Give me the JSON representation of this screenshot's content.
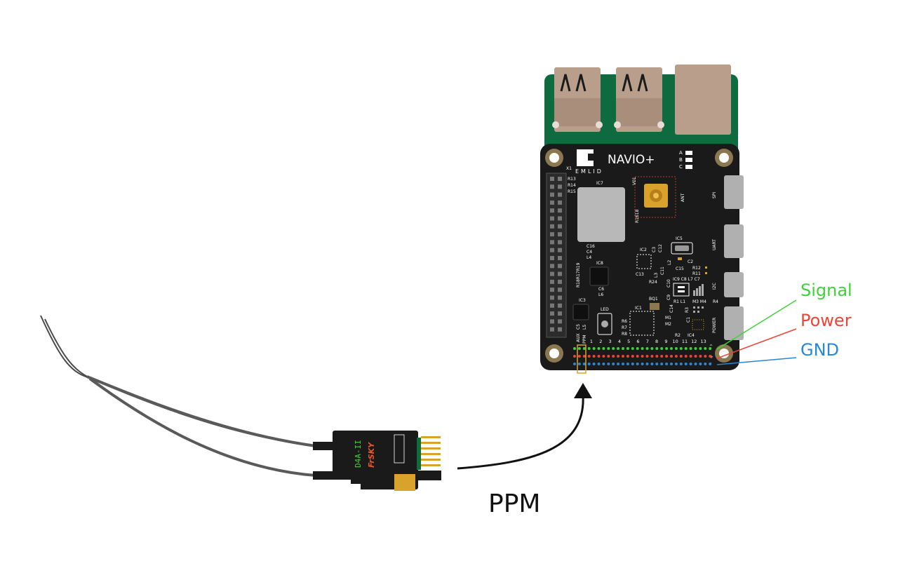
{
  "board": {
    "name": "NAVIO+",
    "logo": "EMLID",
    "abc": [
      "A",
      "B",
      "C"
    ],
    "x1": "X1",
    "r_left": [
      "R13",
      "R14",
      "R15"
    ],
    "ic7": "IC7",
    "v01": "V01",
    "ant": "ANT",
    "r1618": "R1618",
    "c16": [
      "C16",
      "C4",
      "L4"
    ],
    "r19": "R18R17R19",
    "ic8": "IC8",
    "c6": [
      "C6",
      "L6"
    ],
    "ic3": "IC3",
    "led": "LED",
    "bq1": "BQ1",
    "ic1": "IC1",
    "r6": [
      "R6",
      "R7",
      "R8"
    ],
    "ic2": "IC2",
    "c3": [
      "C3",
      "C12"
    ],
    "c13": "C13",
    "l3": [
      "L3",
      "C11"
    ],
    "r24": "R24",
    "ic5": "IC5",
    "l2": "L2",
    "c2": "C2",
    "c15": "C15",
    "r12": [
      "R12",
      "R11"
    ],
    "c10": "C10",
    "ic9row": "IC9 C8 L7 C7",
    "c9": "C9",
    "r1l1": "R1 L1",
    "m3m4": "M3 M4",
    "r4": "R4",
    "c14": "C14",
    "r3": "R3",
    "c1": "C1",
    "m1": [
      "M1",
      "M2"
    ],
    "r2": [
      "R2",
      "IC4"
    ],
    "aux": "AUX",
    "c5": "C5",
    "ppm": "PPM",
    "l5": "L5",
    "pin_numbers": [
      "1",
      "2",
      "3",
      "4",
      "5",
      "6",
      "7",
      "8",
      "9",
      "10",
      "11",
      "12",
      "13"
    ],
    "rail_marks": [
      "^",
      "+",
      "-"
    ],
    "side_ports": [
      "SPI",
      "UART",
      "I2C",
      "POWER"
    ]
  },
  "receiver": {
    "brand": "FrSKY",
    "model": "D4A-II"
  },
  "labels": {
    "signal": "Signal",
    "power": "Power",
    "gnd": "GND",
    "ppm": "PPM"
  },
  "colors": {
    "signal": "#3fd13a",
    "power": "#ec4536",
    "gnd": "#2787d8",
    "board": "#1a1a1a",
    "pcb_green": "#0d6b3f",
    "usb": "#b89e8b",
    "accent": "#d9a22a"
  }
}
